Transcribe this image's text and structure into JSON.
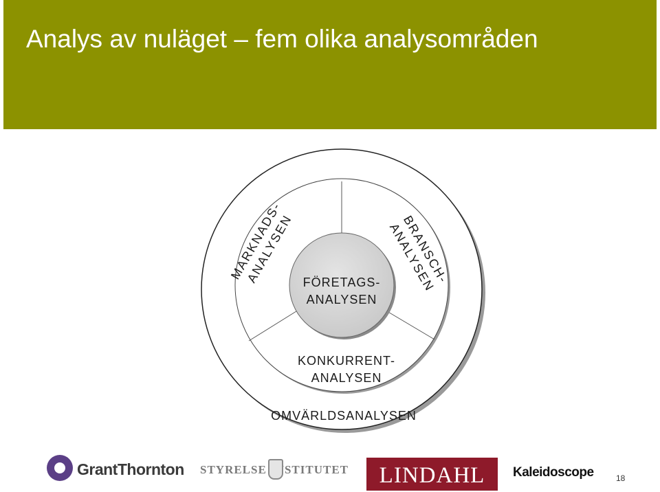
{
  "header": {
    "title": "Analys av nuläget – fem olika analysområden"
  },
  "diagram": {
    "center_label_line1": "FÖRETAGS-",
    "center_label_line2": "ANALYSEN",
    "left_label_line1": "MARKNADS-",
    "left_label_line2": "ANALYSEN",
    "right_label_line1": "BRANSCH-",
    "right_label_line2": "ANALYSEN",
    "bottom_label_line1": "KONKURRENT-",
    "bottom_label_line2": "ANALYSEN",
    "outer_label": "OMVÄRLDSANALYSEN"
  },
  "footer": {
    "logo1": "GrantThornton",
    "logo2": "STYRELSE INSTITUTET",
    "logo3": "LINDAHL",
    "logo4": "Kaleidoscope",
    "page_number": "18"
  },
  "colors": {
    "title_band": "#8c9200",
    "lindahl": "#8e1a2a",
    "grant_thornton": "#5b3f86"
  }
}
